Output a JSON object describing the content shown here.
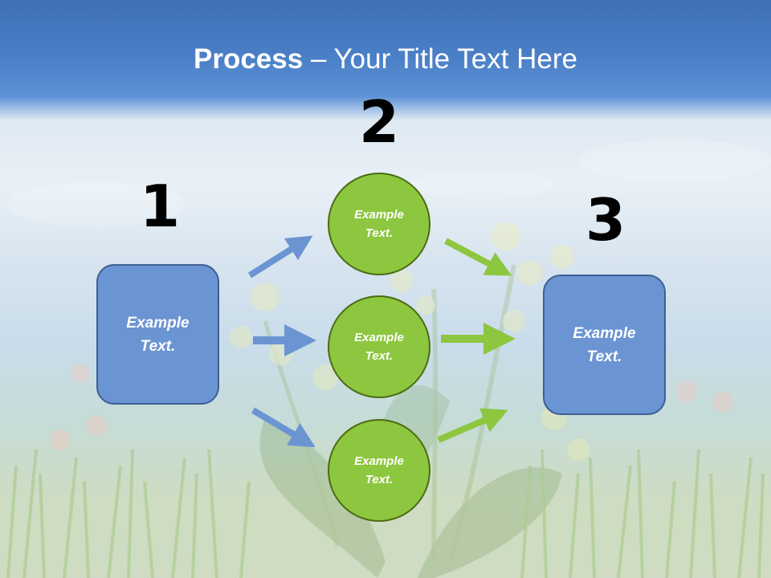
{
  "title": {
    "bold": "Process",
    "rest": " – Your Title Text Here"
  },
  "steps": [
    {
      "number": "1",
      "text": "Example\nText."
    },
    {
      "number": "2",
      "text": "Example\nText."
    },
    {
      "number": "3",
      "text": "Example\nText."
    }
  ],
  "circles": [
    {
      "text": "Example\nText."
    },
    {
      "text": "Example\nText."
    },
    {
      "text": "Example\nText."
    }
  ],
  "colors": {
    "box_fill": "#6b94d2",
    "circle_fill": "#8dc63f",
    "blue_arrow": "#6b94d2",
    "green_arrow": "#8dc63f"
  }
}
